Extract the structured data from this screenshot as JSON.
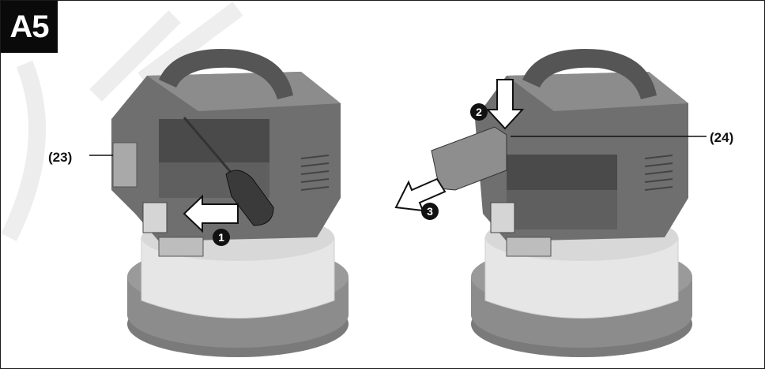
{
  "figure": {
    "badge": "A5",
    "callouts": {
      "part_23": "(23)",
      "part_24": "(24)"
    },
    "steps": [
      "1",
      "2",
      "3"
    ]
  },
  "colors": {
    "body_dark": "#6f6f6f",
    "body_mid": "#8c8c8c",
    "body_light": "#b5b5b5",
    "tank": "#e6e6e6",
    "base": "#7a7a7a",
    "outline": "#111111"
  }
}
